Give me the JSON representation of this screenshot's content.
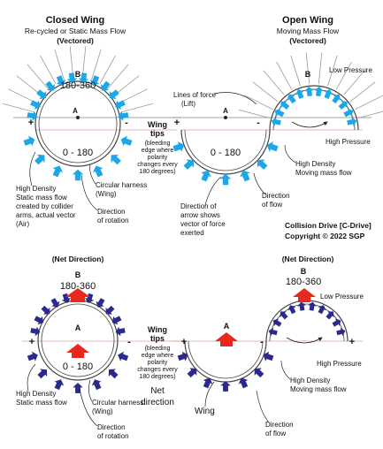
{
  "top_left": {
    "title": "Closed Wing",
    "subtitle": "Re-cycled or Static Mass Flow",
    "vectored": "(Vectored)",
    "b_label": "B",
    "upper_range": "180-360",
    "a_label": "A",
    "lower_range": "0 - 180",
    "plus": "+",
    "minus": "-",
    "hd_lines": [
      "High Density",
      "Static mass flow",
      "created by collider",
      "arms, actual vector",
      "(Air)"
    ],
    "harness_lines": [
      "Circular harness",
      "(Wing)"
    ],
    "rotation_lines": [
      "Direction",
      "of rotation"
    ]
  },
  "top_right": {
    "title": "Open Wing",
    "subtitle": "Moving Mass Flow",
    "vectored": "(Vectored)",
    "b_label": "B",
    "low_pressure": "Low Pressure",
    "lines_of_force": [
      "Lines of force",
      "(Lift)"
    ],
    "a_label": "A",
    "lower_range": "0 - 180",
    "plus": "+",
    "minus": "-",
    "high_pressure": "High Pressure",
    "hd_lines": [
      "High Density",
      "Moving mass flow"
    ],
    "flow_lines": [
      "Direction",
      "of flow"
    ],
    "arrow_lines": [
      "Direction of",
      "arrow shows",
      "vector of force",
      "exerted"
    ]
  },
  "wing_tips_top": {
    "title_lines": [
      "Wing",
      "tips"
    ],
    "note_lines": [
      "(bleeding",
      "edge where",
      "polarity",
      "changes every",
      "180 degrees)"
    ]
  },
  "credit": {
    "line1": "Collision Drive [C-Drive]",
    "line2": "Copyright © 2022 SGP"
  },
  "bottom_left": {
    "net_direction": "(Net Direction)",
    "b_label": "B",
    "upper_range": "180-360",
    "a_label": "A",
    "lower_range": "0 - 180",
    "plus": "+",
    "minus": "-",
    "hd_lines": [
      "High Density",
      "Static mass flow"
    ],
    "harness_lines": [
      "Circular harness",
      "(Wing)"
    ],
    "rotation_lines": [
      "Direction",
      "of rotation"
    ]
  },
  "wing_tips_bottom": {
    "title_lines": [
      "Wing",
      "tips"
    ],
    "note_lines": [
      "(bleeding",
      "edge where",
      "polarity",
      "changes every",
      "180 degrees)"
    ],
    "net_lines": [
      "Net",
      "direction"
    ]
  },
  "bottom_right": {
    "net_direction": "(Net Direction)",
    "b_label": "B",
    "upper_range": "180-360",
    "low_pressure": "Low Pressure",
    "a_label": "A",
    "plus_left": "+",
    "minus": "-",
    "plus_right": "+",
    "high_pressure": "High Pressure",
    "hd_lines": [
      "High Density",
      "Moving mass flow"
    ],
    "wing_label": "Wing",
    "flow_lines": [
      "Direction",
      "of flow"
    ]
  },
  "colors": {
    "light_arrow": "#1ea7e8",
    "dark_arrow": "#2b2a8a",
    "red_arrow": "#e8281e",
    "axis_line": "#d9a0a0"
  }
}
